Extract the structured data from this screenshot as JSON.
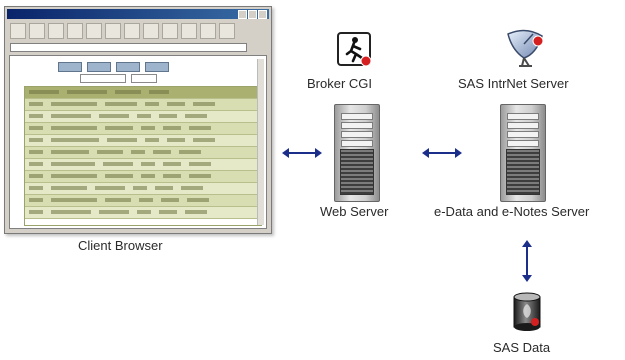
{
  "nodes": {
    "client": {
      "label": "Client Browser"
    },
    "broker": {
      "label": "Broker CGI"
    },
    "web_server": {
      "label": "Web Server"
    },
    "intrnet": {
      "label": "SAS IntrNet Server"
    },
    "edata": {
      "label": "e-Data and e-Notes Server"
    },
    "sas_data": {
      "label": "SAS Data"
    }
  },
  "icons": {
    "broker": "running-person-icon",
    "intrnet": "satellite-dish-icon",
    "sas_data": "database-cylinder-icon"
  },
  "colors": {
    "arrow": "#1b2f8a",
    "table_green": "#d8ddb2",
    "badge_red": "#d42020"
  }
}
